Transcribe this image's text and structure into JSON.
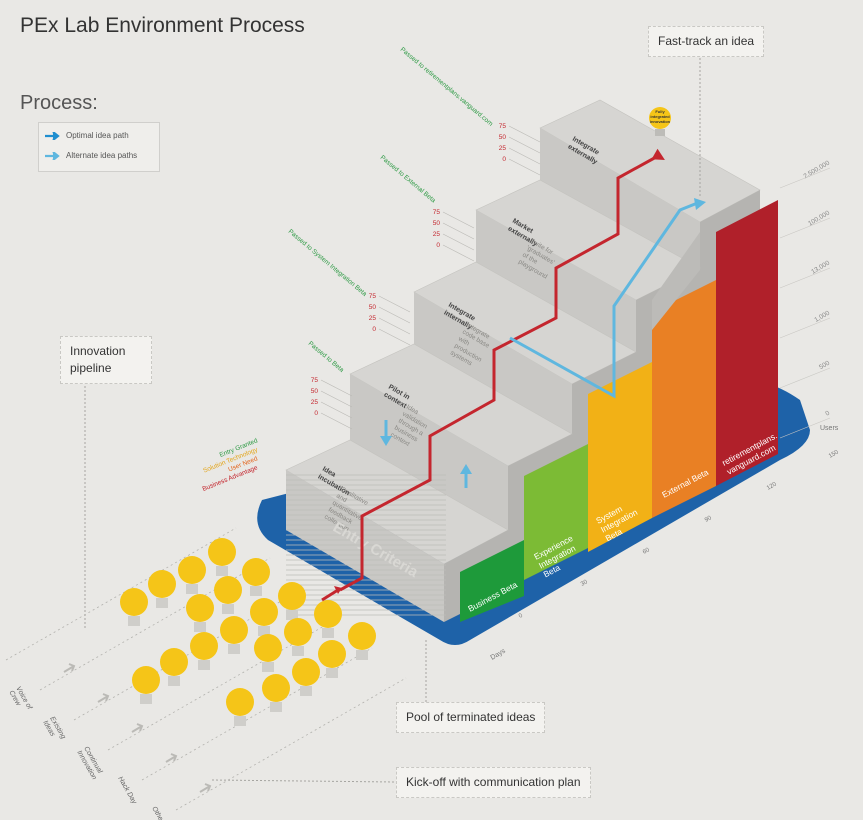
{
  "title": "PEx Lab Environment Process",
  "process_heading": "Process:",
  "legend": [
    {
      "label": "Optimal idea path",
      "color": "#1f8ecf"
    },
    {
      "label": "Alternate idea paths",
      "color": "#5fb7df"
    }
  ],
  "callouts": {
    "fast_track": "Fast-track an idea",
    "innovation_pipeline": "Innovation pipeline",
    "pool_terminated": "Pool of terminated ideas",
    "kickoff": "Kick-off with communication plan"
  },
  "innovation_label": "Fully integrated innovation",
  "stages": [
    {
      "name": "Business Beta",
      "color": "#1e9a3a",
      "step": "Idea incubation",
      "desc": "Qualitative and quantitative feedback collection"
    },
    {
      "name": "Experience Integration Beta",
      "color": "#7cbb35",
      "step": "Pilot in context",
      "desc": "Idea validation through a business context"
    },
    {
      "name": "System Integration Beta",
      "color": "#f2b116",
      "step": "Integrate internally",
      "desc": "Integrate code base with production systems"
    },
    {
      "name": "External Beta",
      "color": "#e98024",
      "step": "Market externally",
      "desc": "Invite for 'graduates' of the playground"
    },
    {
      "name": "retirementplans. vanguard.com",
      "color": "#b0202a",
      "step": "Integrate externally",
      "desc": ""
    }
  ],
  "pass_labels": [
    "Passed to Beta",
    "Passed to System Integration Beta",
    "Passed to External Beta",
    "Passed to retirementplans.vanguard.com"
  ],
  "entry_labels": [
    {
      "text": "Entry Granted",
      "color": "#2e9a45"
    },
    {
      "text": "Solution Technology",
      "color": "#e3a51a"
    },
    {
      "text": "User Need",
      "color": "#e3661f"
    },
    {
      "text": "Business Advantage",
      "color": "#c4262e"
    }
  ],
  "entry_criteria": "Entry Criteria",
  "scale_ticks": [
    "75",
    "50",
    "25",
    "0"
  ],
  "users_axis": {
    "label": "Users",
    "ticks": [
      "0",
      "500",
      "1,000",
      "13,000",
      "100,000",
      "2,500,000"
    ]
  },
  "days_axis": {
    "label": "Days",
    "ticks": [
      "0",
      "30",
      "60",
      "90",
      "120",
      "150"
    ]
  },
  "lanes": [
    "Voice of Crew",
    "Existing Ideas",
    "Continual Innovation",
    "Hack Day",
    "Other"
  ]
}
